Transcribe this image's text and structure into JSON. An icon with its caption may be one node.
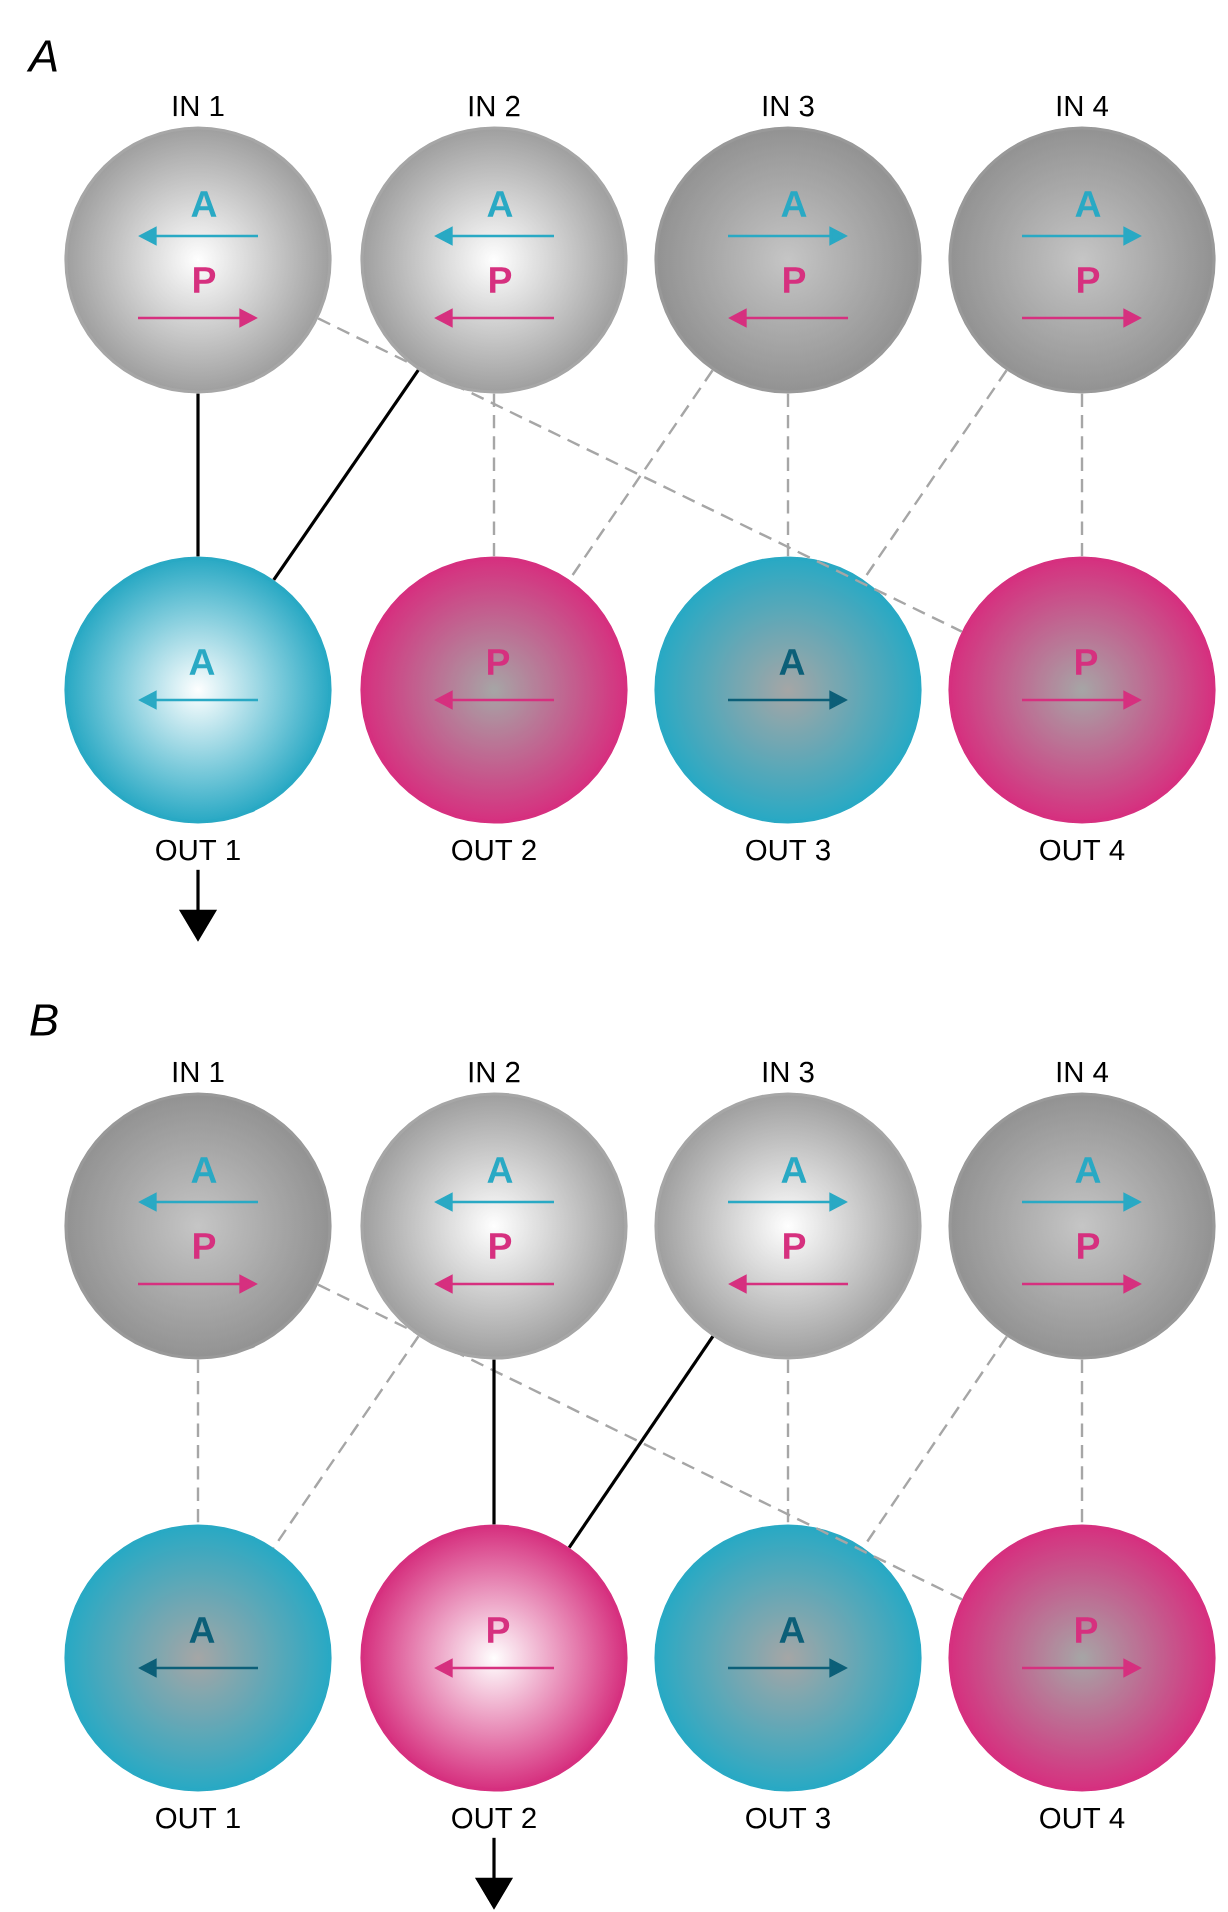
{
  "diagram": {
    "nodes": [
      {
        "text": [
          "IN 1",
          "A",
          "P"
        ]
      },
      {
        "text": [
          "IN 2",
          "A",
          "P"
        ]
      },
      {
        "text": [
          "IN 3",
          "A",
          "P"
        ]
      },
      {
        "text": [
          "IN 4",
          "A",
          "P"
        ]
      },
      {
        "text": [
          "A",
          "OUT 1"
        ]
      },
      {
        "text": [
          "P",
          "OUT 2"
        ]
      },
      {
        "text": [
          "A",
          "OUT 3"
        ]
      },
      {
        "text": [
          "P",
          "OUT 4"
        ]
      },
      {
        "text": [
          "IN 1",
          "A",
          "P"
        ]
      },
      {
        "text": [
          "IN 2",
          "A",
          "P"
        ]
      },
      {
        "text": [
          "IN 3",
          "A",
          "P"
        ]
      },
      {
        "text": [
          "IN 4",
          "A",
          "P"
        ]
      },
      {
        "text": [
          "A",
          "OUT 1"
        ]
      },
      {
        "text": [
          "P",
          "OUT 2"
        ]
      },
      {
        "text": [
          "A",
          "OUT 3"
        ]
      },
      {
        "text": [
          "P",
          "OUT 4"
        ]
      }
    ],
    "edges": [
      {
        "from": 0,
        "to": 4,
        "arrow": "none",
        "color": "#000000"
      },
      {
        "from": 0,
        "to": 7,
        "arrow": "none",
        "style": "dashed"
      },
      {
        "from": 1,
        "to": 4,
        "arrow": "none",
        "color": "#000000"
      },
      {
        "from": 1,
        "to": 5,
        "arrow": "none",
        "style": "dashed"
      },
      {
        "from": 2,
        "to": 5,
        "arrow": "none",
        "style": "dashed"
      },
      {
        "from": 2,
        "to": 6,
        "arrow": "none",
        "style": "dashed"
      },
      {
        "from": 3,
        "to": 6,
        "arrow": "none",
        "style": "dashed"
      },
      {
        "from": 3,
        "to": 7,
        "arrow": "none",
        "style": "dashed"
      },
      {
        "from": 4,
        "to": null,
        "arrow": "to",
        "color": "#000000"
      },
      {
        "from": 8,
        "to": 12,
        "arrow": "none",
        "style": "dashed"
      },
      {
        "from": 8,
        "to": 15,
        "arrow": "none",
        "style": "dashed"
      },
      {
        "from": 9,
        "to": 12,
        "arrow": "none",
        "style": "dashed"
      },
      {
        "from": 9,
        "to": 13,
        "arrow": "none",
        "color": "#000000"
      },
      {
        "from": 10,
        "to": 13,
        "arrow": "none",
        "color": "#000000"
      },
      {
        "from": 10,
        "to": 14,
        "arrow": "none",
        "style": "dashed"
      },
      {
        "from": 11,
        "to": 14,
        "arrow": "none",
        "style": "dashed"
      },
      {
        "from": 11,
        "to": 15,
        "arrow": "none",
        "style": "dashed"
      },
      {
        "from": 13,
        "to": null,
        "arrow": "to",
        "color": "#000000"
      }
    ],
    "labels": [
      "A",
      "B"
    ]
  }
}
